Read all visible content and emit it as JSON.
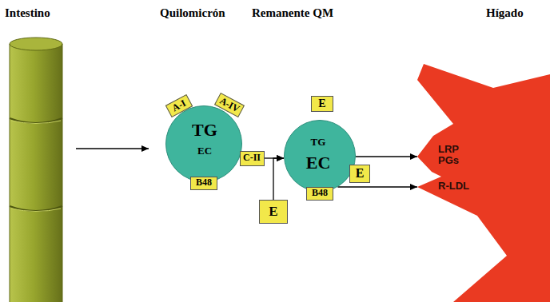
{
  "diagram": {
    "nodes": [
      {
        "text": [
          "TG",
          "EC"
        ]
      },
      {
        "text": [
          "A-I"
        ]
      },
      {
        "text": [
          "A-IV"
        ]
      },
      {
        "text": [
          "C-II"
        ]
      },
      {
        "text": [
          "B48"
        ]
      },
      {
        "text": [
          "TG",
          "EC"
        ]
      },
      {
        "text": [
          "E"
        ]
      },
      {
        "text": [
          "E"
        ]
      },
      {
        "text": [
          "B48"
        ]
      },
      {
        "text": [
          "E"
        ]
      },
      {
        "text": [
          "LRP PGs",
          "R-LDL"
        ]
      }
    ],
    "edges": [
      {
        "from": 3,
        "to": 5,
        "arrow": "to"
      },
      {
        "from": 9,
        "to": 5,
        "arrow": "to"
      },
      {
        "from": 5,
        "to": 10,
        "arrow": "to"
      },
      {
        "from": 5,
        "to": 10,
        "arrow": "to"
      }
    ],
    "labels": [
      "Intestino",
      "Quilomicrón",
      "Remanente QM",
      "Hígado"
    ]
  }
}
